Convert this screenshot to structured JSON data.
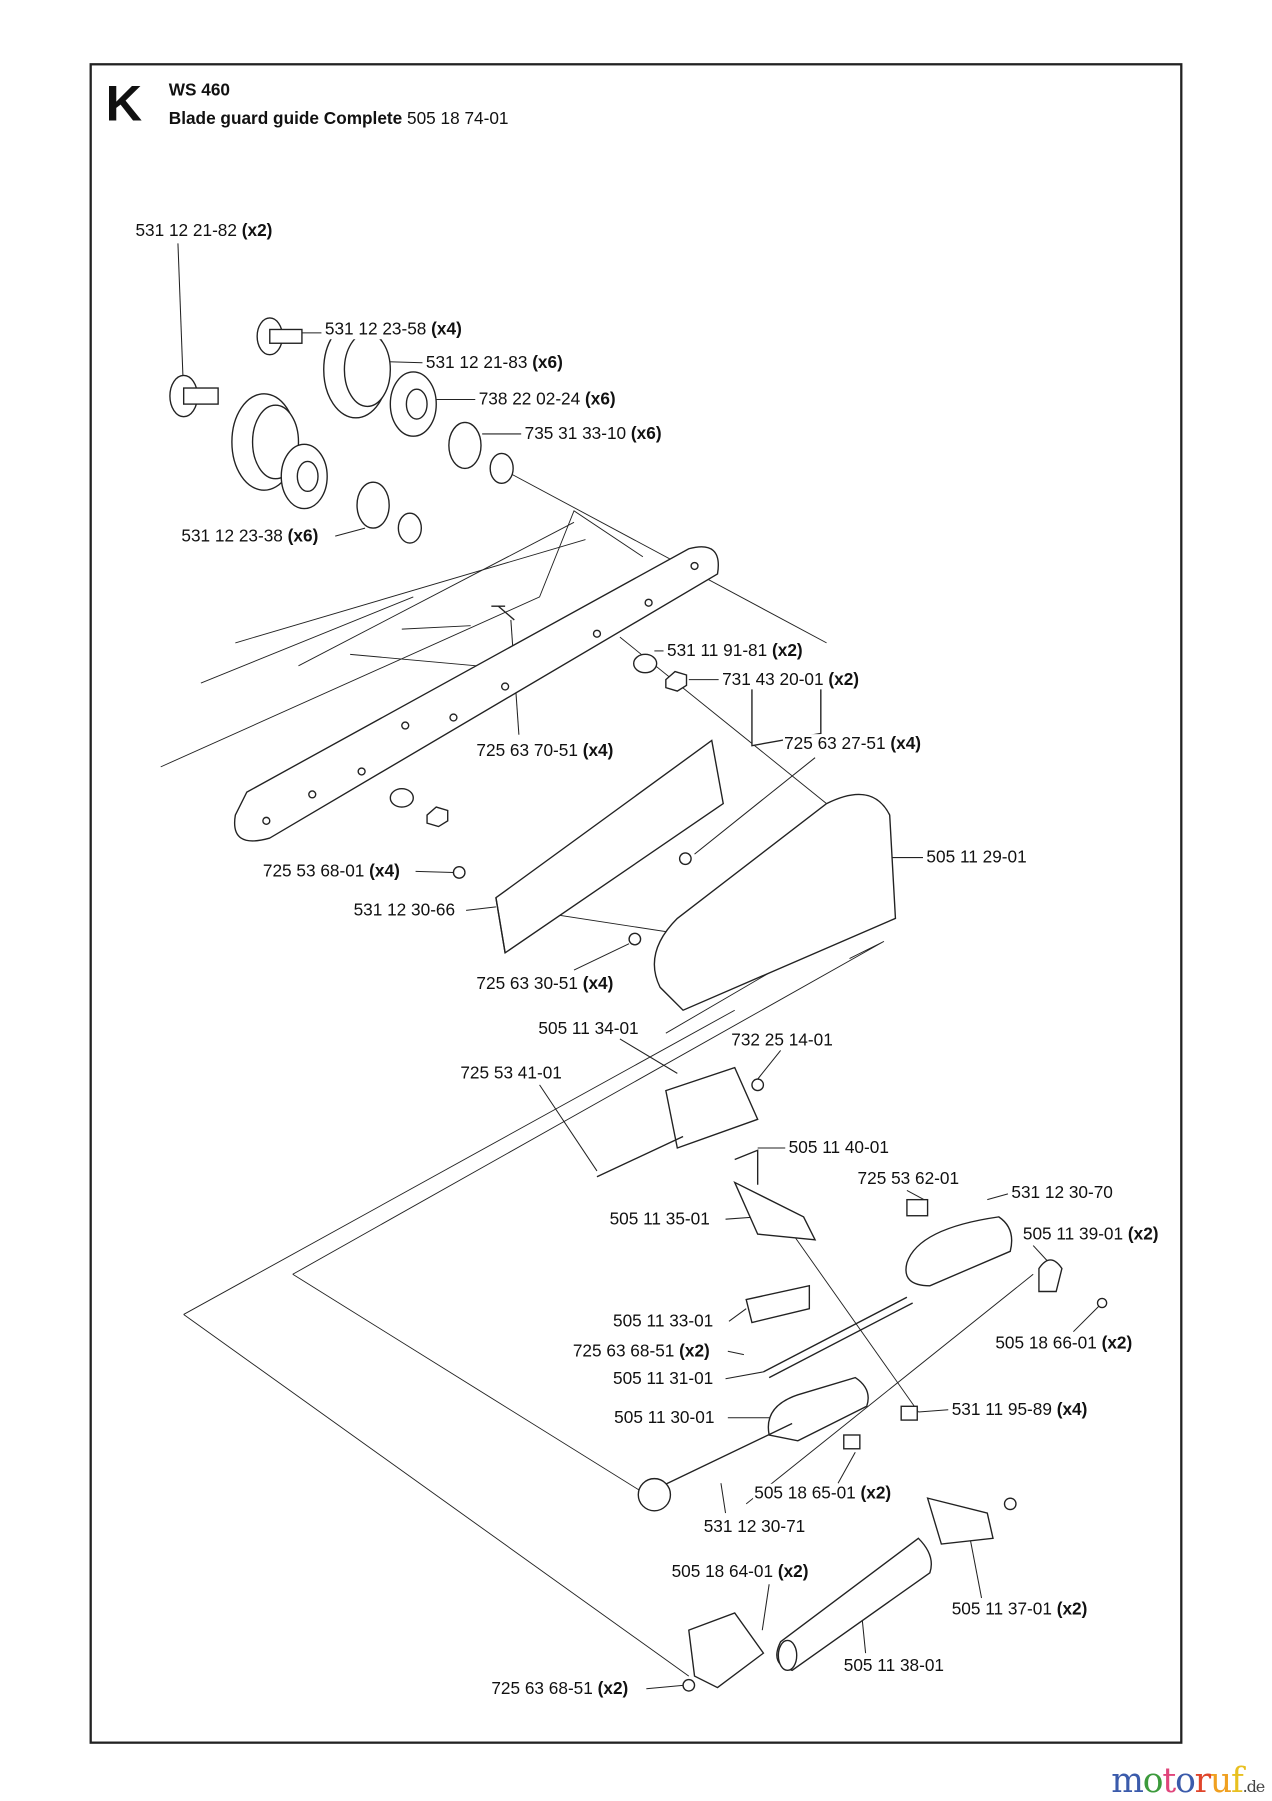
{
  "header": {
    "section_letter": "K",
    "model": "WS 460",
    "title_bold": "Blade guard guide Complete",
    "title_part": "505 18 74-01"
  },
  "labels": [
    {
      "part": "531 12 21-82",
      "qty": "(x2)"
    },
    {
      "part": "531 12 23-58",
      "qty": "(x4)"
    },
    {
      "part": "531 12 21-83",
      "qty": "(x6)"
    },
    {
      "part": "738 22 02-24",
      "qty": "(x6)"
    },
    {
      "part": "735 31 33-10",
      "qty": "(x6)"
    },
    {
      "part": "531 12 23-38",
      "qty": "(x6)"
    },
    {
      "part": "531 11 91-81",
      "qty": "(x2)"
    },
    {
      "part": "731 43 20-01",
      "qty": "(x2)"
    },
    {
      "part": "725 63 70-51",
      "qty": "(x4)"
    },
    {
      "part": "725 63 27-51",
      "qty": "(x4)"
    },
    {
      "part": "505 11 29-01",
      "qty": ""
    },
    {
      "part": "725 53 68-01",
      "qty": "(x4)"
    },
    {
      "part": "531 12 30-66",
      "qty": ""
    },
    {
      "part": "725 63 30-51",
      "qty": "(x4)"
    },
    {
      "part": "505 11 34-01",
      "qty": ""
    },
    {
      "part": "732 25 14-01",
      "qty": ""
    },
    {
      "part": "725 53 41-01",
      "qty": ""
    },
    {
      "part": "505 11 40-01",
      "qty": ""
    },
    {
      "part": "725 53 62-01",
      "qty": ""
    },
    {
      "part": "531 12 30-70",
      "qty": ""
    },
    {
      "part": "505 11 35-01",
      "qty": ""
    },
    {
      "part": "505 11 39-01",
      "qty": "(x2)"
    },
    {
      "part": "505 11 33-01",
      "qty": ""
    },
    {
      "part": "505 18 66-01",
      "qty": "(x2)"
    },
    {
      "part": "725 63 68-51",
      "qty": "(x2)"
    },
    {
      "part": "505 11 31-01",
      "qty": ""
    },
    {
      "part": "531 11 95-89",
      "qty": "(x4)"
    },
    {
      "part": "505 11 30-01",
      "qty": ""
    },
    {
      "part": "505 18 65-01",
      "qty": "(x2)"
    },
    {
      "part": "531 12 30-71",
      "qty": ""
    },
    {
      "part": "505 18 64-01",
      "qty": "(x2)"
    },
    {
      "part": "505 11 37-01",
      "qty": "(x2)"
    },
    {
      "part": "505 11 38-01",
      "qty": ""
    },
    {
      "part": "725 63 68-51",
      "qty": "(x2)"
    }
  ],
  "watermark": {
    "name": "motoruf",
    "tld": ".de",
    "colors": [
      "#3b5bab",
      "#3c9a3c",
      "#e0457b",
      "#3b5bab",
      "#e0452b",
      "#f0a020",
      "#e8c020"
    ]
  }
}
